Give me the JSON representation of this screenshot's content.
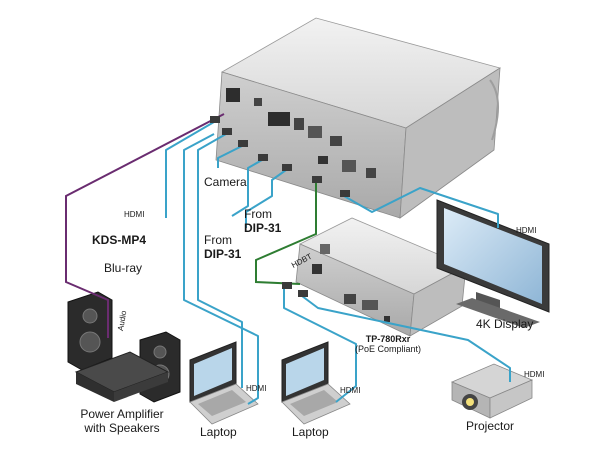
{
  "labels": {
    "camera": "Camera",
    "from": "From",
    "dip31": "DIP-31",
    "hdmi": "HDMI",
    "hdbt": "HDBT",
    "audio": "Audio",
    "kds_mp4": "KDS-MP4",
    "blu_ray": "Blu-ray",
    "four_k_display": "4K Display",
    "tp780_name": "TP-780Rxr",
    "tp780_sub": "(PoE Compliant)",
    "amp_line1": "Power Amplifier",
    "amp_line2": "with Speakers",
    "laptop": "Laptop",
    "projector": "Projector"
  },
  "colors": {
    "hdmi_cable": "#3aa3c9",
    "hdbt_cable": "#2e7d32",
    "audio_cable": "#6a2c70",
    "device_body": "#e2e2e2",
    "device_dark": "#555555"
  }
}
